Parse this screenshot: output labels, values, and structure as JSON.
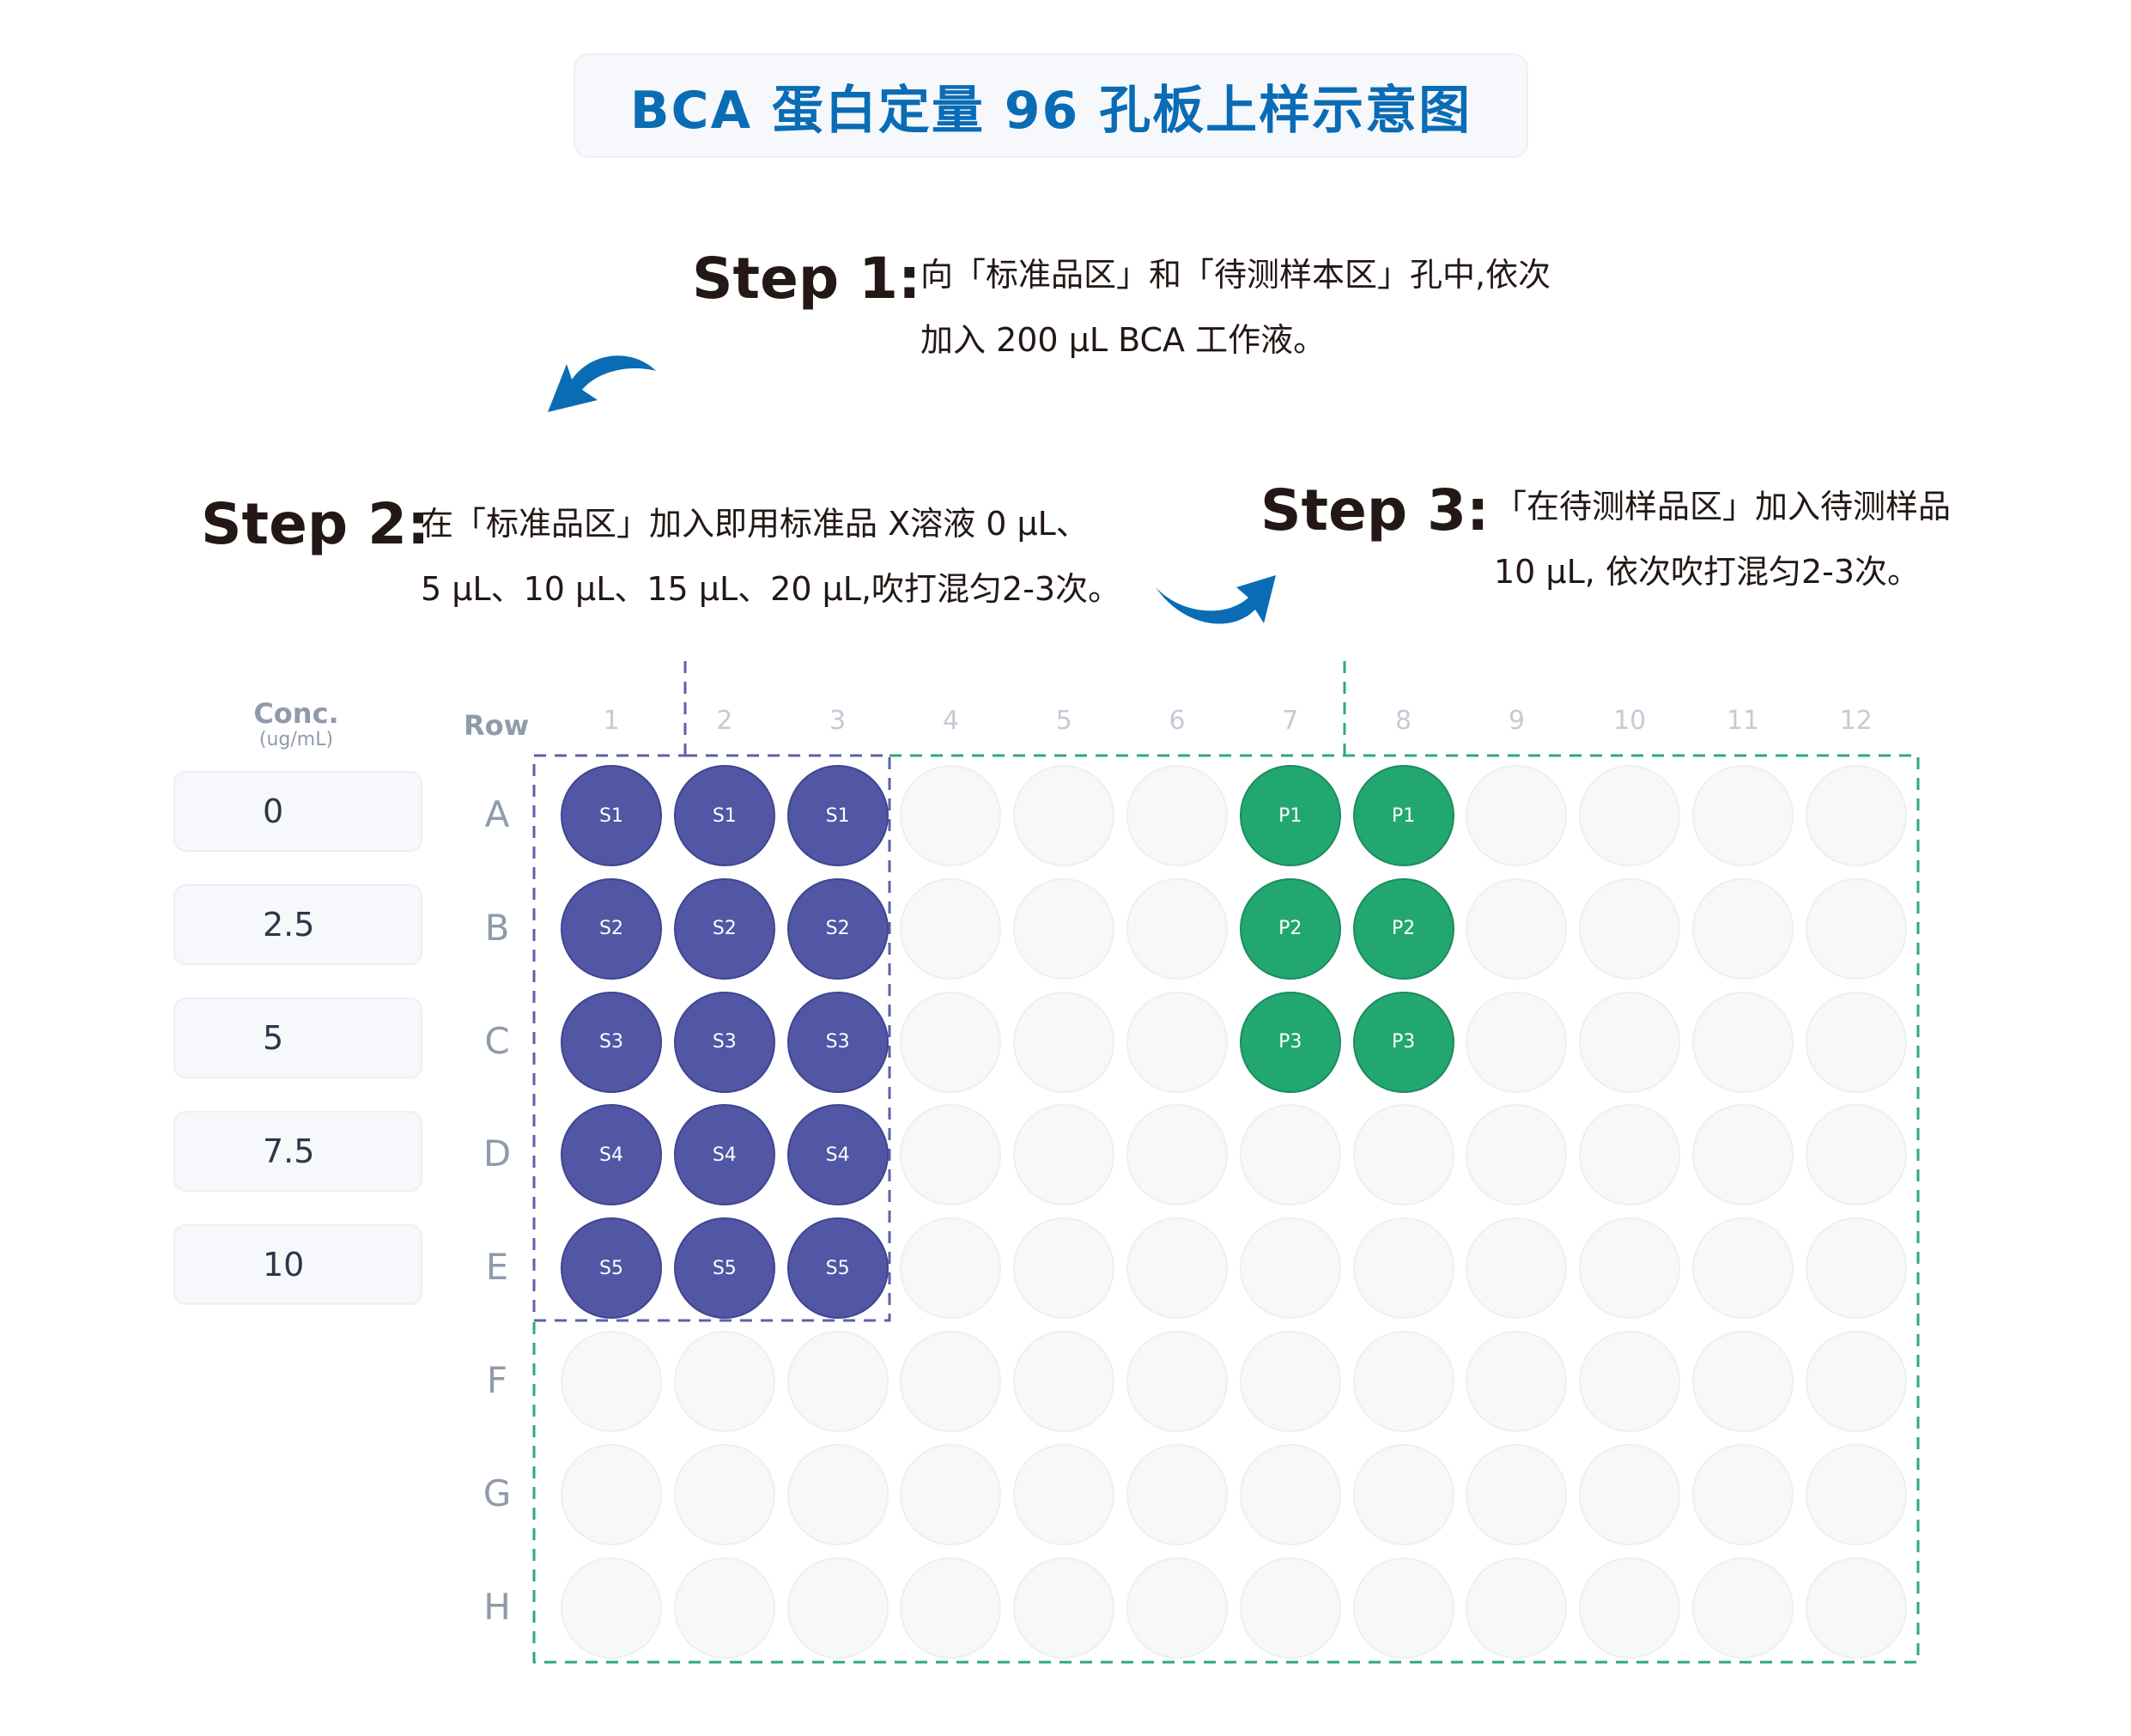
{
  "title": "BCA 蛋白定量 96 孔板上样示意图",
  "steps": [
    {
      "label": "Step 1:",
      "line1": "向「标准品区」和「待测样本区」孔中,依次",
      "line2": "加入 200 µL BCA 工作液。"
    },
    {
      "label": "Step 2:",
      "line1": "在「标准品区」加入即用标准品 X溶液 0 µL、",
      "line2": "5 µL、10 µL、15 µL、20 µL,吹打混匀2-3次。"
    },
    {
      "label": "Step 3:",
      "line1": "「在待测样品区」加入待测样品",
      "line2": "10 µL, 依次吹打混匀2-3次。"
    }
  ],
  "concentration": {
    "header": "Conc.",
    "unit": "(ug/mL)",
    "values": [
      "0",
      "2.5",
      "5",
      "7.5",
      "10"
    ]
  },
  "plate": {
    "row_header": "Row",
    "columns": [
      "1",
      "2",
      "3",
      "4",
      "5",
      "6",
      "7",
      "8",
      "9",
      "10",
      "11",
      "12"
    ],
    "rows": [
      "A",
      "B",
      "C",
      "D",
      "E",
      "F",
      "G",
      "H"
    ],
    "wells": [
      [
        "S1",
        "S1",
        "S1",
        "",
        "",
        "",
        "P1",
        "P1",
        "",
        "",
        "",
        ""
      ],
      [
        "S2",
        "S2",
        "S2",
        "",
        "",
        "",
        "P2",
        "P2",
        "",
        "",
        "",
        ""
      ],
      [
        "S3",
        "S3",
        "S3",
        "",
        "",
        "",
        "P3",
        "P3",
        "",
        "",
        "",
        ""
      ],
      [
        "S4",
        "S4",
        "S4",
        "",
        "",
        "",
        "",
        "",
        "",
        "",
        "",
        ""
      ],
      [
        "S5",
        "S5",
        "S5",
        "",
        "",
        "",
        "",
        "",
        "",
        "",
        "",
        ""
      ],
      [
        "",
        "",
        "",
        "",
        "",
        "",
        "",
        "",
        "",
        "",
        "",
        ""
      ],
      [
        "",
        "",
        "",
        "",
        "",
        "",
        "",
        "",
        "",
        "",
        "",
        ""
      ],
      [
        "",
        "",
        "",
        "",
        "",
        "",
        "",
        "",
        "",
        "",
        "",
        ""
      ]
    ]
  },
  "colors": {
    "title": "#0a6cb5",
    "arrow": "#0a6cb5",
    "standard_well": "#5157a4",
    "sample_well": "#23a771",
    "standard_zone_border": "#5b61a8",
    "sample_zone_border": "#2fa877",
    "empty_well": "#f7f8fa"
  }
}
